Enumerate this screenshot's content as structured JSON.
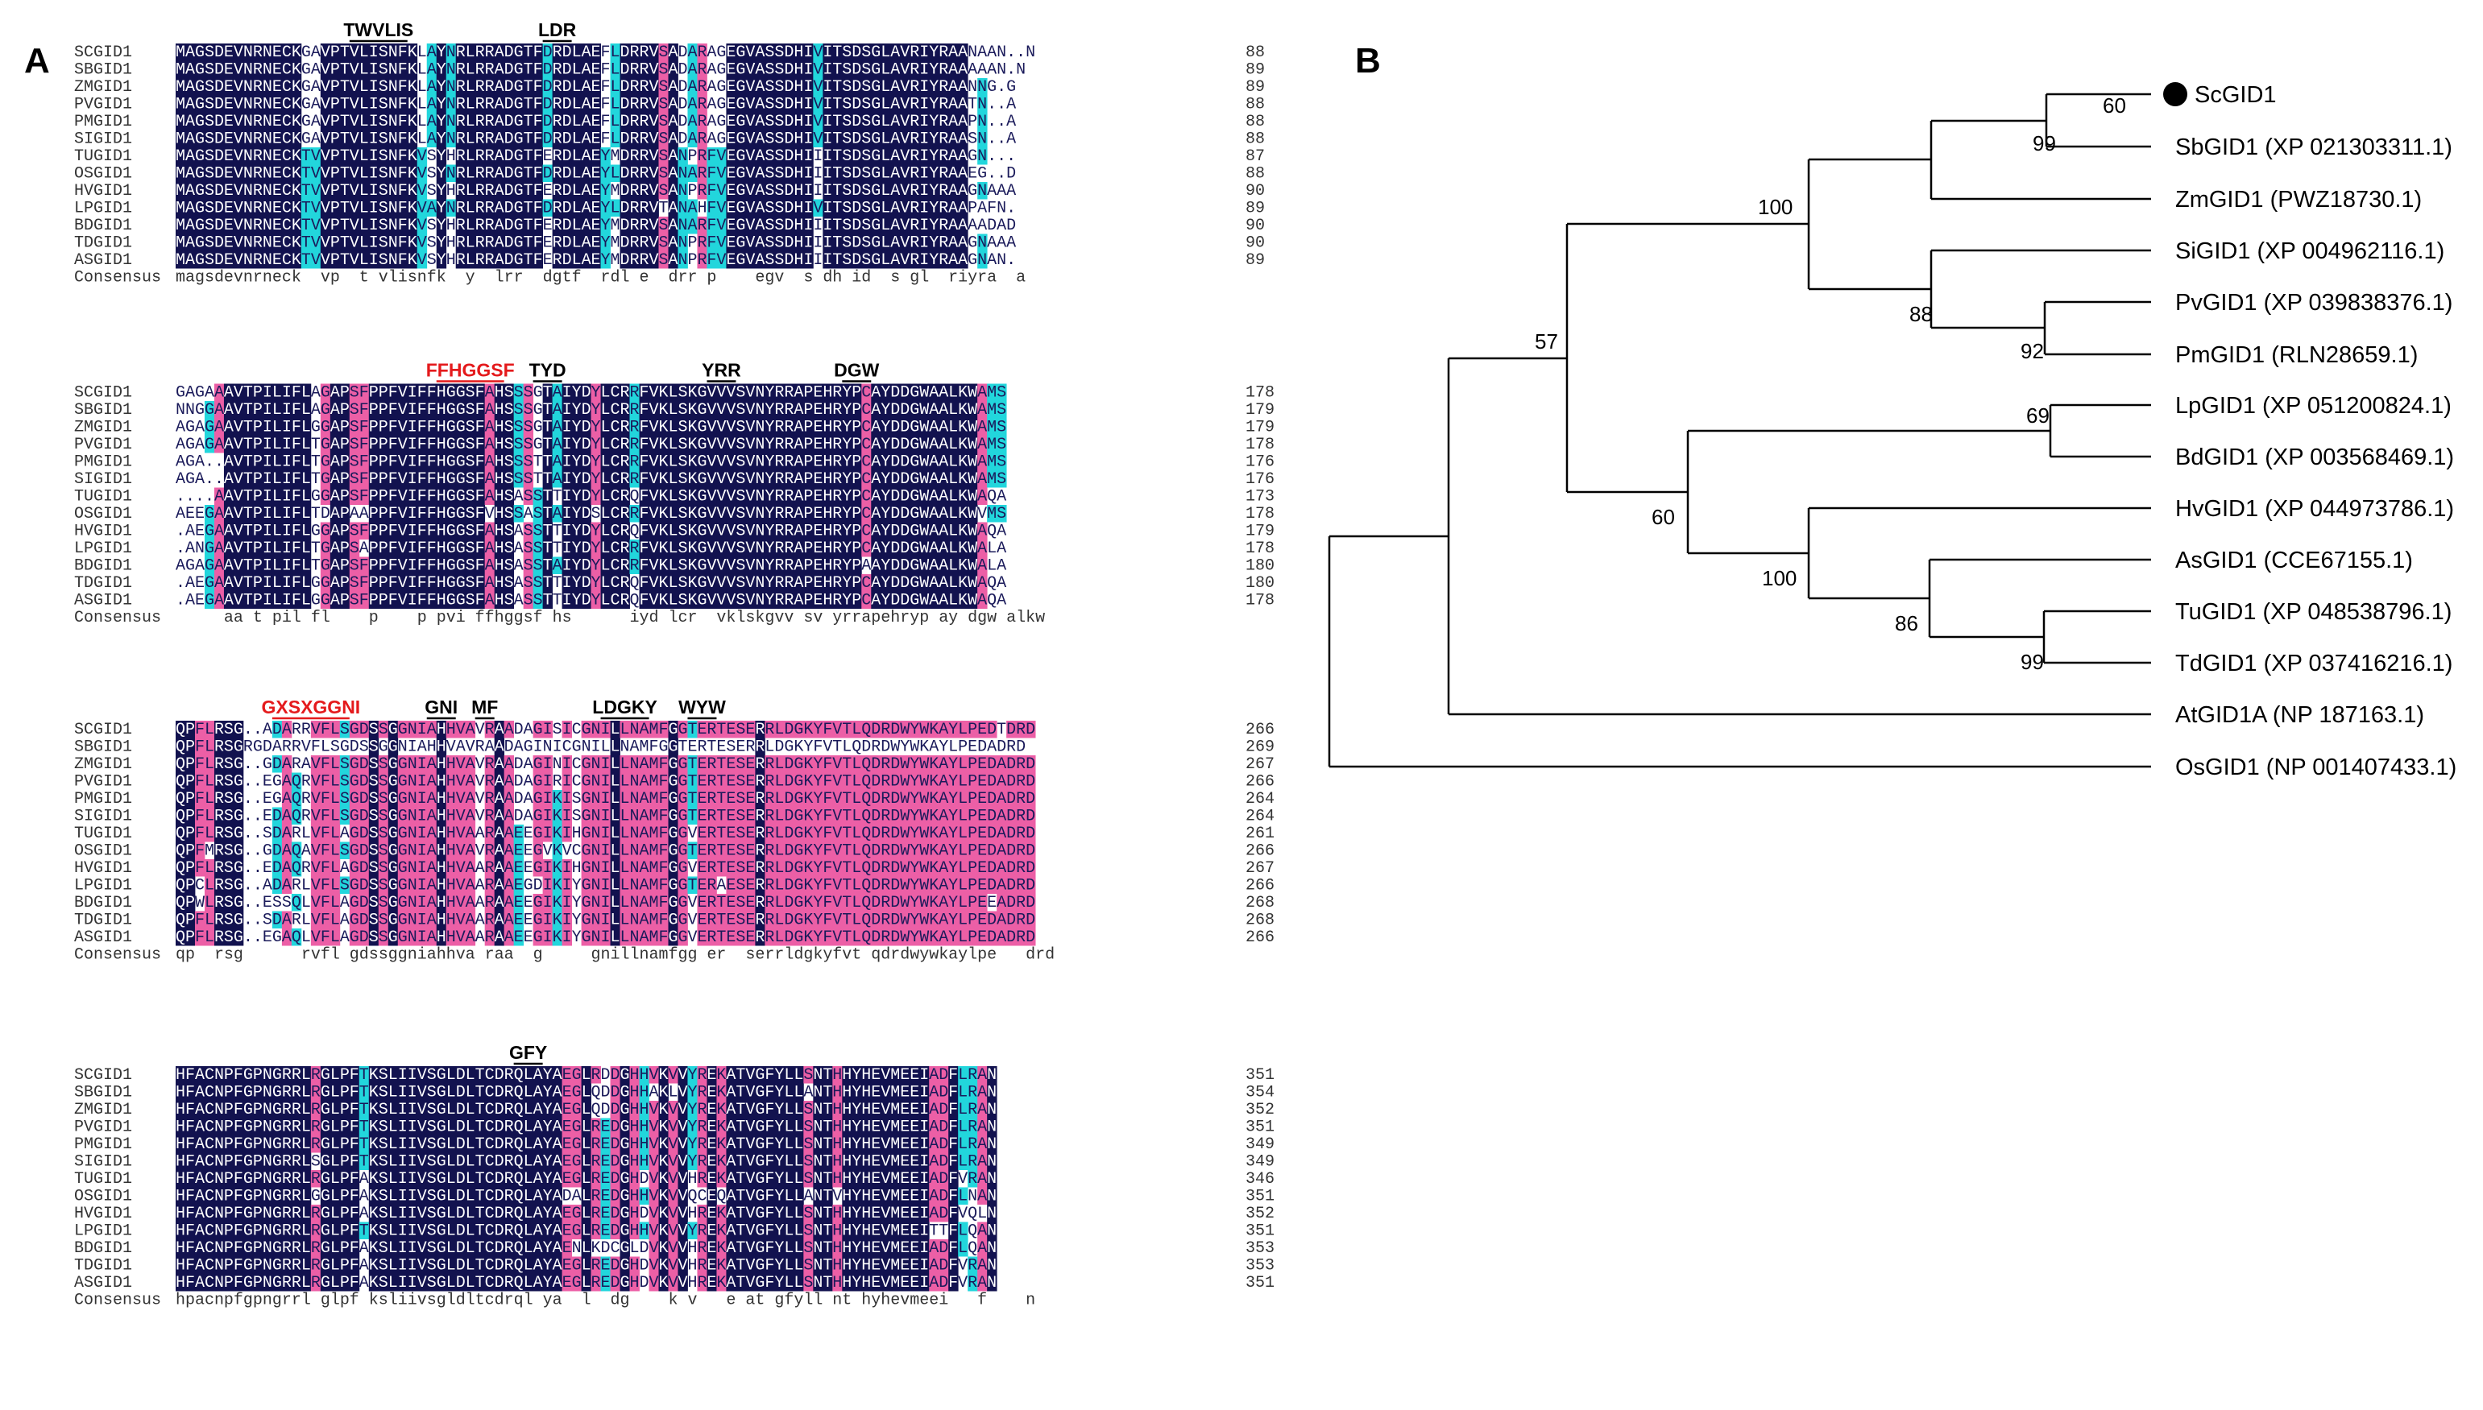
{
  "panels": {
    "a": "A",
    "b": "B"
  },
  "colors": {
    "identical": "#12124f",
    "high": "#ec5fa6",
    "partial": "#22d6dc",
    "text_light": "#ffffff",
    "text_dark": "#1a1a5a",
    "motif_red": "#e41a1c",
    "motif_black": "#000000"
  },
  "alignment": {
    "species": [
      "SCGID1",
      "SBGID1",
      "ZMGID1",
      "PVGID1",
      "PMGID1",
      "SIGID1",
      "TUGID1",
      "OSGID1",
      "HVGID1",
      "LPGID1",
      "BDGID1",
      "TDGID1",
      "ASGID1"
    ],
    "consensus_label": "Consensus",
    "blocks": [
      {
        "rows": [
          "MAGSDEVNRNECKGAVPTVLISNFKLAYNRLRRADGTFDRDLAEFLDRRVSADARAGEGVASSDHIVITSDSGLAVRIYRAANAAN..N",
          "MAGSDEVNRNECKGAVPTVLISNFKLAYNRLRRADGTFDRDLAEFLDRRVSADARAGEGVASSDHIVITSDSGLAVRIYRAAAAAN.N",
          "MAGSDEVNRNECKGAVPTVLISNFKLAYNRLRRADGTFDRDLAEFLDRRVSADARAGEGVASSDHIVITSDSGLAVRIYRAANNG.G",
          "MAGSDEVNRNECKGAVPTVLISNFKLAYNRLRRADGTFDRDLAEFLDRRVSADARAGEGVASSDHIVITSDSGLAVRIYRAATN..A",
          "MAGSDEVNRNECKGAVPTVLISNFKLAYNRLRRADGTFDRDLAEFLDRRVSADARAGEGVASSDHIVITSDSGLAVRIYRAAPN..A",
          "MAGSDEVNRNECKGAVPTVLISNFKLAYNRLRRADGTFDRDLAEFLDRRVSADARAGEGVASSDHIVITSDSGLAVRIYRAASN..A",
          "MAGSDEVNRNECKTVVPTVLISNFKVSYHRLRRADGTFERDLAEYMDRRVSANPRFVEGVASSDHIIITSDSGLAVRIYRAAGN...",
          "MAGSDEVNRNECKTVVPTVLISNFKVSYNRLRRADGTFDRDLAEYLDRRVSANARFVEGVASSDHIIITSDSGLAVRIYRAAEG..D",
          "MAGSDEVNRNECKTVVPTVLISNFKVSYHRLRRADGTFERDLAEYMDRRVSANPRFVEGVASSDHIIITSDSGLAVRIYRAAGNAAA",
          "MAGSDEVNRNECKTVVPTVLISNFKVAYNRLRRADGTFDRDLAEYLDRRVTANAHFVEGVASSDHIVITSDSGLAVRIYRAAPAFN.",
          "MAGSDEVNRNECKTVVPTVLISNFKVSYHRLRRADGTFERDLAEYMDRRVSANARFVEGVASSDHIIITSDSGLAVRIYRAAAADAD",
          "MAGSDEVNRNECKTVVPTVLISNFKVSYHRLRRADGTFERDLAEYMDRRVSANPRFVEGVASSDHIIITSDSGLAVRIYRAAGNAAA",
          "MAGSDEVNRNECKTVVPTVLISNFKVSYHRLRRADGTFERDLAEYMDRRVSANPRFVEGVASSDHIIITSDSGLAVRIYRAAGNAN."
        ],
        "ends": [
          "88",
          "89",
          "89",
          "88",
          "88",
          "88",
          "87",
          "88",
          "90",
          "89",
          "90",
          "90",
          "89"
        ],
        "consensus": "magsdevnrneck  vp  t vlisnfk  y  lrr  dgtf  rdl e  drr p    egv  s dh id  s gl  riyra  a"
      },
      {
        "rows": [
          "GAGAAAVTPILIFLAGAPSFPPFVIFFHGGSFAHSSSGTAIYDYLCRRFVKLSKGVVVSVNYRRAPEHRYPCAYDDGWAALKWAMS",
          "NNGGAAVTPILIFLAGAPSFPPFVIFFHGGSFAHSSSGTAIYDYLCRRFVKLSKGVVVSVNYRRAPEHRYPCAYDDGWAALKWAMS",
          "AGAGAAVTPILIFLGGAPSFPPFVIFFHGGSFAHSSSGTAIYDYLCRRFVKLSKGVVVSVNYRRAPEHRYPCAYDDGWAALKWAMS",
          "AGAGAAVTPILIFLTGAPSFPPFVIFFHGGSFAHSSSGTAIYDYLCRRFVKLSKGVVVSVNYRRAPEHRYPCAYDDGWAALKWAMS",
          "AGA..AVTPILIFLTGAPSFPPFVIFFHGGSFAHSSSTTAIYDYLCRRFVKLSKGVVVSVNYRRAPEHRYPCAYDDGWAALKWAMS",
          "AGA..AVTPILIFLTGAPSFPPFVIFFHGGSFAHSSSTTAIYDYLCRRFVKLSKGVVVSVNYRRAPEHRYPCAYDDGWAALKWAMS",
          "....AAVTPILIFLGGAPSFPPFVIFFHGGSFAHSASSTTIYDYLCRQFVKLSKGVVVSVNYRRAPEHRYPCAYDDGWAALKWAQA",
          "AEEGAAVTPILIFLTDAPAAPPFVIFFHGGSFVHSSASTAIYDSLCRRFVKLSKGVVVSVNYRRAPEHRYPCAYDDGWAALKWVMS",
          ".AEGAAVTPILIFLGGAPSFPPFVIFFHGGSFAHSASSTTIYDYLCRQFVKLSKGVVVSVNYRRAPEHRYPCAYDDGWAALKWAQA",
          ".ANGAAVTPILIFLTGAPSAPPFVIFFHGGSFAHSASSTTIYDYLCRRFVKLSKGVVVSVNYRRAPEHRYPCAYDDGWAALKWALA",
          "AGAGAAVTPILIFLTGAPSFPPFVIFFHGGSFAHSASSTAIYDYLCRRFVKLSKGVVVSVNYRRAPEHRYPAAYDDGWAALKWALA",
          ".AEGAAVTPILIFLGGAPSFPPFVIFFHGGSFAHSASSTTIYDYLCRQFVKLSKGVVVSVNYRRAPEHRYPCAYDDGWAALKWAQA",
          ".AEGAAVTPILIFLGGAPSFPPFVIFFHGGSFAHSASSTTIYDYLCRQFVKLSKGVVVSVNYRRAPEHRYPCAYDDGWAALKWAQA"
        ],
        "ends": [
          "178",
          "179",
          "179",
          "178",
          "176",
          "176",
          "173",
          "178",
          "179",
          "178",
          "180",
          "180",
          "178"
        ],
        "consensus": "     aa t pil fl    p    p pvi ffhggsf hs      iyd lcr  vklskgvv sv yrrapehryp ay dgw alkw"
      },
      {
        "rows": [
          "QPFLRSG..ADARRVFLSGDSSGGNIAHHVAVRAADAGISICGNILLNAMFGGTERTESERRLDGKYFVTLQDRDWYWKAYLPEDTDRD",
          "QPFLRSGRGDARRVFLSGDSSGGNIAHHVAVRAADAGINICGNILLNAMFGGTERTESERRLDGKYFVTLQDRDWYWKAYLPEDADRD",
          "QPFLRSG..GDARAVFLSGDSSGGNIAHHVAVRAADAGINICGNILLNAMFGGTERTESERRLDGKYFVTLQDRDWYWKAYLPEDADRD",
          "QPFLRSG..EGAQRVFLSGDSSGGNIAHHVAVRAADAGIRICGNILLNAMFGGTERTESERRLDGKYFVTLQDRDWYWKAYLPEDADRD",
          "QPFLRSG..EGAQRVFLSGDSSGGNIAHHVAVRAADAGIKISGNILLNAMFGGTERTESERRLDGKYFVTLQDRDWYWKAYLPEDADRD",
          "QPFLRSG..EDAQRVFLSGDSSGGNIAHHVAVRAADAGIKISGNILLNAMFGGTERTESERRLDGKYFVTLQDRDWYWKAYLPEDADRD",
          "QPFLRSG..SDARLVFLAGDSSGGNIAHHVAARAAEEGIKIHGNILLNAMFGGVERTESERRLDGKYFVTLQDRDWYWKAYLPEDADRD",
          "QPFMRSG..GDAQAVFLSGDSSGGNIAHHVAVRAAEEGVKVCGNILLNAMFGGTERTESERRLDGKYFVTLQDRDWYWKAYLPEDADRD",
          "QPFLRSG..EDAQRVFLAGDSSGGNIAHHVAARAAEEGIKIHGNILLNAMFGGVERTESERRLDGKYFVTLQDRDWYWKAYLPEDADRD",
          "QPCLRSG..ADARLVFLSGDSSGGNIAHHVAARAAEGDIKIYGNILLNAMFGGTERAESERRLDGKYFVTLQDRDWYWKAYLPEDADRD",
          "QPWLRSG..ESSQLVFLAGDSSGGNIAHHVAARAAEEGIKIYGNILLNAMFGGVERTESERRLDGKYFVTLQDRDWYWKAYLPEEADRD",
          "QPFLRSG..SDARLVFLAGDSSGGNIAHHVAARAAEEGIKIYGNILLNAMFGGVERTESERRLDGKYFVTLQDRDWYWKAYLPEDADRD",
          "QPFLRSG..EGAQLVFLAGDSSGGNIAHHVAARAAEEGIKIYGNILLNAMFGGVERTESERRLDGKYFVTLQDRDWYWKAYLPEDADRD"
        ],
        "ends": [
          "266",
          "269",
          "267",
          "266",
          "264",
          "264",
          "261",
          "266",
          "267",
          "266",
          "268",
          "268",
          "266"
        ],
        "consensus": "qp  rsg      rvfl gdssggniahhva raa  g     gnillnamfgg er  serrldgkyfvt qdrdwywkaylpe   drd"
      },
      {
        "rows": [
          "HFACNPFGPNGRRLRGLPFTKSLIIVSGLDLTCDRQLAYAEGLRDDGHHVKVVYREKATVGFYLLSNTHHYHEVMEEIADFLRAN",
          "HFACNPFGPNGRRLRGLPFTKSLIIVSGLDLTCDRQLAYAEGLQDDGHHAKLVYREKATVGFYLLANTHHYHEVMEEIADFLRAN",
          "HFACNPFGPNGRRLRGLPFTKSLIIVSGLDLTCDRQLAYAEGLQDDGHHVKVVYREKATVGFYLLSNTHHYHEVMEEIADFLRAN",
          "HFACNPFGPNGRRLRGLPFTKSLIIVSGLDLTCDRQLAYAEGLREDGHHVKVVYREKATVGFYLLSNTHHYHEVMEEIADFLRAN",
          "HFACNPFGPNGRRLRGLPFTKSLIIVSGLDLTCDRQLAYAEGLREDGHHVKVVYREKATVGFYLLSNTHHYHEVMEEIADFLRAN",
          "HFACNPFGPNGRRLSGLPFTKSLIIVSGLDLTCDRQLAYAEGLREDGHHVKVVYREKATVGFYLLSNTHHYHEVMEEIADFLRAN",
          "HFACNPFGPNGRRLRGLPFAKSLIIVSGLDLTCDRQLAYAEGLREDGHDVKVVHREKATVGFYLLSNTHHYHEVMEEIADFVRAN",
          "HFACNPFGPNGRRLGGLPFAKSLIIVSGLDLTCDRQLAYADALREDGHHVKVVQCEQATVGFYLLANTVHYHEVMEEIADFLNAN",
          "HFACNPFGPNGRRLRGLPFAKSLIIVSGLDLTCDRQLAYAEGLREDGHDVKVVHREKATVGFYLLSNTHHYHEVMEEIADFVQLN",
          "HFACNPFGPNGRRLRGLPFTKSLIIVSGLDLTCDRQLAYAEGLREDGHHVKVVYREKATVGFYLLSNTHHYHEVMEEITTFLQAN",
          "HFACNPFGPNGRRLRGLPFAKSLIIVSGLDLTCDRQLAYAENLKDCGLDVKVVHREKATVGFYLLSNTHHYHEVMEEIADFLQAN",
          "HFACNPFGPNGRRLRGLPFAKSLIIVSGLDLTCDRQLAYAEGLREDGHDVKVVHREKATVGFYLLSNTHHYHEVMEEIADFVRAN",
          "HFACNPFGPNGRRLRGLPFAKSLIIVSGLDLTCDRQLAYAEGLREDGHDVKVVHREKATVGFYLLSNTHHYHEVMEEIADFVRAN"
        ],
        "ends": [
          "351",
          "354",
          "352",
          "351",
          "349",
          "349",
          "346",
          "351",
          "352",
          "351",
          "353",
          "353",
          "351"
        ],
        "consensus": "hpacnpfgpngrrl glpf ksliivsgldltcdrql ya  l  dg    k v   e at gfyll nt hyhevmeei   f    n"
      }
    ],
    "motifs": [
      {
        "text": "TWVLIS",
        "color": "black"
      },
      {
        "text": "LDR",
        "color": "black"
      },
      {
        "text": "FFHGGSF",
        "color": "red"
      },
      {
        "text": "TYD",
        "color": "black"
      },
      {
        "text": "YRR",
        "color": "black"
      },
      {
        "text": "DGW",
        "color": "black"
      },
      {
        "text": "GXSXGGNI",
        "color": "red"
      },
      {
        "text": "GNI",
        "color": "black"
      },
      {
        "text": "MF",
        "color": "black"
      },
      {
        "text": "LDGKY",
        "color": "black"
      },
      {
        "text": "WYW",
        "color": "black"
      },
      {
        "text": "GFY",
        "color": "black"
      }
    ]
  },
  "tree": {
    "leaves": [
      "ScGID1",
      "SbGID1 (XP 021303311.1)",
      "ZmGID1 (PWZ18730.1)",
      "SiGID1 (XP 004962116.1)",
      "PvGID1 (XP 039838376.1)",
      "PmGID1 (RLN28659.1)",
      "LpGID1 (XP 051200824.1)",
      "BdGID1 (XP 003568469.1)",
      "HvGID1 (XP 044973786.1)",
      "AsGID1 (CCE67155.1)",
      "TuGID1 (XP 048538796.1)",
      "TdGID1 (XP 037416216.1)",
      "AtGID1A (NP 187163.1)",
      "OsGID1 (NP 001407433.1)"
    ],
    "marked_leaf": "ScGID1",
    "bootstraps": [
      "60",
      "99",
      "100",
      "88",
      "92",
      "57",
      "69",
      "60",
      "100",
      "86",
      "99"
    ]
  }
}
